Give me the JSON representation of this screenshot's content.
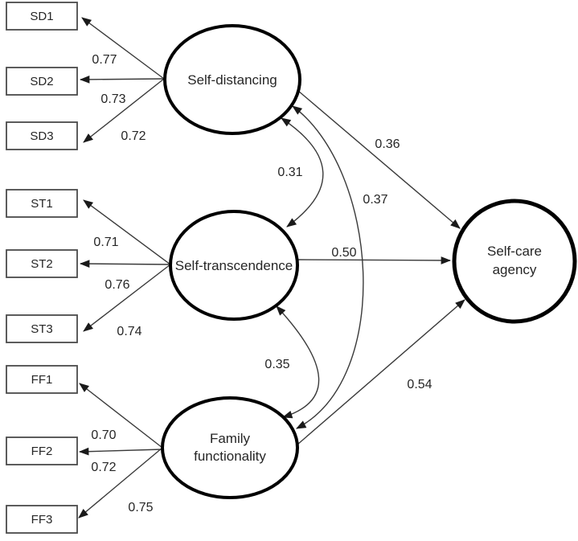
{
  "diagram_type": "sem-path-diagram",
  "factors": [
    {
      "name": "Self-distancing",
      "label_lines": [
        "Self-distancing"
      ],
      "indicators": [
        {
          "name": "SD1",
          "loading": "0.77"
        },
        {
          "name": "SD2",
          "loading": "0.73"
        },
        {
          "name": "SD3",
          "loading": "0.72"
        }
      ],
      "path_to_outcome": "0.36"
    },
    {
      "name": "Self-transcendence",
      "label_lines": [
        "Self-transcendence"
      ],
      "indicators": [
        {
          "name": "ST1",
          "loading": "0.71"
        },
        {
          "name": "ST2",
          "loading": "0.76"
        },
        {
          "name": "ST3",
          "loading": "0.74"
        }
      ],
      "path_to_outcome": "0.50"
    },
    {
      "name": "Family functionality",
      "label_lines": [
        "Family",
        "functionality"
      ],
      "indicators": [
        {
          "name": "FF1",
          "loading": "0.70"
        },
        {
          "name": "FF2",
          "loading": "0.72"
        },
        {
          "name": "FF3",
          "loading": "0.75"
        }
      ],
      "path_to_outcome": "0.54"
    }
  ],
  "outcome": {
    "name": "Self-care agency",
    "label_lines": [
      "Self-care",
      "agency"
    ]
  },
  "correlations": [
    {
      "between": [
        "Self-distancing",
        "Self-transcendence"
      ],
      "value": "0.31"
    },
    {
      "between": [
        "Self-transcendence",
        "Family functionality"
      ],
      "value": "0.35"
    },
    {
      "between": [
        "Self-distancing",
        "Family functionality"
      ],
      "value": "0.37"
    }
  ],
  "colors": {
    "background": "#ffffff",
    "shape_stroke": "#000000",
    "box_border": "#4a4a4a",
    "line": "#3a3a3a",
    "arrowhead": "#1a1a1a",
    "text": "#262626"
  }
}
